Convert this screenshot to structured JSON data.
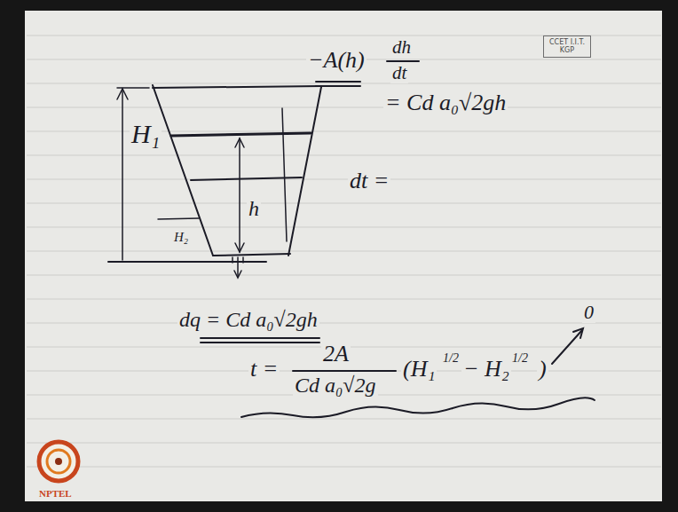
{
  "diagram": {
    "nodes": [
      {
        "text": [
          "CCET I.I.T. KGP"
        ]
      }
    ],
    "labels": [
      "−A(h)",
      "dh",
      "dt",
      "= Cd a₀√2gh",
      "H₁",
      "h",
      "H₂",
      "dt =",
      "dq = Cd a₀√2gh",
      "t =",
      "2A",
      "Cd a₀√2g",
      "(H₁",
      "1/2",
      "− H₂",
      "1/2",
      ")",
      "0",
      "NPTEL"
    ]
  }
}
